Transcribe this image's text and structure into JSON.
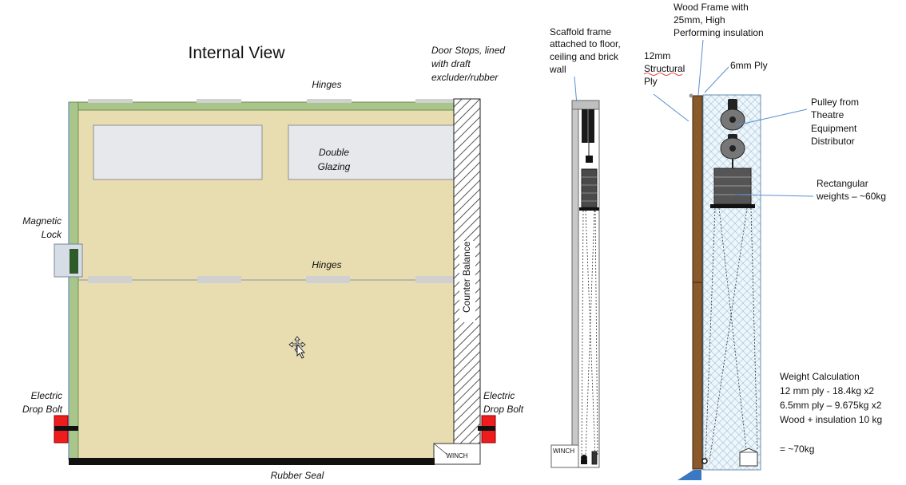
{
  "internal_view": {
    "title": "Internal View",
    "hinges_top": "Hinges",
    "hinges_middle": "Hinges",
    "double_glazing": [
      "Double",
      "Glazing"
    ],
    "door_stops": [
      "Door Stops, lined",
      "with draft",
      "excluder/rubber"
    ],
    "magnetic_lock": [
      "Magnetic",
      "Lock"
    ],
    "drop_bolt_left": [
      "Electric",
      "Drop Bolt"
    ],
    "drop_bolt_right": [
      "Electric",
      "Drop Bolt"
    ],
    "counter_balance": "Counter Balance",
    "winch": "WINCH",
    "rubber_seal": "Rubber Seal"
  },
  "scaffold_view": {
    "label": [
      "Scaffold frame",
      "attached to floor,",
      "ceiling and brick",
      "wall"
    ],
    "winch": "WINCH"
  },
  "section_view": {
    "wood_frame": [
      "Wood Frame with",
      "25mm, High",
      "Performing insulation"
    ],
    "structural_ply": [
      "12mm",
      "Structural",
      "Ply"
    ],
    "six_mm_ply": "6mm Ply",
    "pulley": [
      "Pulley from",
      "Theatre",
      "Equipment",
      "Distributor"
    ],
    "weights": [
      "Rectangular",
      "weights – ~60kg"
    ]
  },
  "weight_calculation": {
    "lines": [
      "Weight Calculation",
      "12 mm ply - 18.4kg x2",
      "6.5mm ply – 9.675kg x2",
      "Wood + insulation 10 kg",
      "",
      "= ~70kg"
    ]
  },
  "colors": {
    "door_fill": "#e8ddb0",
    "frame_green": "#a9c58a",
    "glazing": "#e6e8eb",
    "hinge": "#d0d0d0",
    "bolt_red": "#ee1c1c",
    "wood": "#8b5a2b",
    "leader": "#5b8fd1"
  }
}
